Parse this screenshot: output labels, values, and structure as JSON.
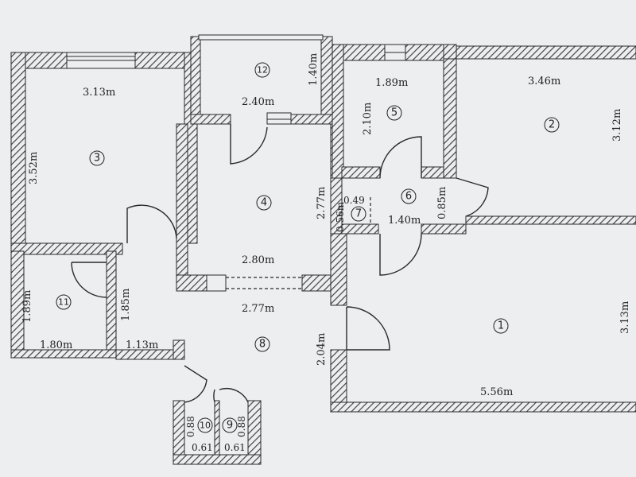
{
  "rooms": [
    {
      "num": "1",
      "dims": [
        "5.56m",
        "3.13m"
      ]
    },
    {
      "num": "2",
      "dims": [
        "3.46m",
        "3.12m"
      ]
    },
    {
      "num": "3",
      "dims": [
        "3.13m",
        "3.52m"
      ]
    },
    {
      "num": "4",
      "dims": [
        "2.80m",
        "2.77m"
      ]
    },
    {
      "num": "5",
      "dims": [
        "1.89m",
        "2.10m"
      ]
    },
    {
      "num": "6",
      "dims": [
        "1.40m",
        "0.85m"
      ]
    },
    {
      "num": "7",
      "dims": [
        "0.49",
        "0.56m"
      ]
    },
    {
      "num": "8",
      "dims": [
        "2.77m",
        "2.04m"
      ]
    },
    {
      "num": "9",
      "dims": [
        "0.88",
        "0.61"
      ]
    },
    {
      "num": "10",
      "dims": [
        "0.88",
        "0.61"
      ]
    },
    {
      "num": "11",
      "dims": [
        "1.89m",
        "1.80m"
      ]
    },
    {
      "num": "12",
      "dims": [
        "2.40m",
        "1.40m"
      ]
    }
  ],
  "extra_labels": {
    "hall_width": "1.85m",
    "hall_bottom": "1.13m"
  },
  "colors": {
    "wall": "#555555",
    "paper": "#eceef0",
    "line": "#2a2a2a"
  }
}
